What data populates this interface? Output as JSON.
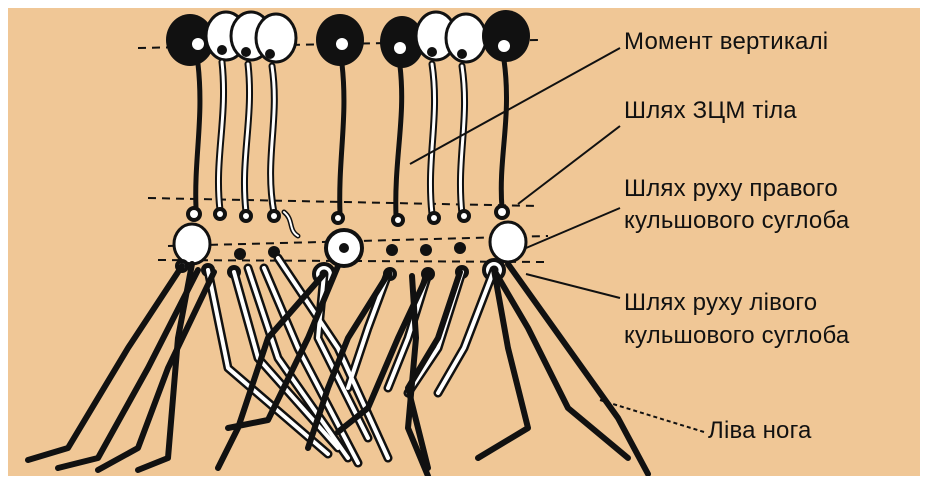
{
  "labels": {
    "vertical_moment": "Момент вертикалі",
    "body_com_path": "Шлях ЗЦМ тіла",
    "right_hip_path_line1": "Шлях руху правого",
    "right_hip_path_line2": "кульшового суглоба",
    "left_hip_path_line1": "Шлях руху лівого",
    "left_hip_path_line2": "кульшового суглоба",
    "left_leg": "Ліва нога"
  },
  "colors": {
    "background": "#f0c796",
    "figure": "#111111",
    "highlight": "#ffffff",
    "frame": "#ffffff"
  }
}
